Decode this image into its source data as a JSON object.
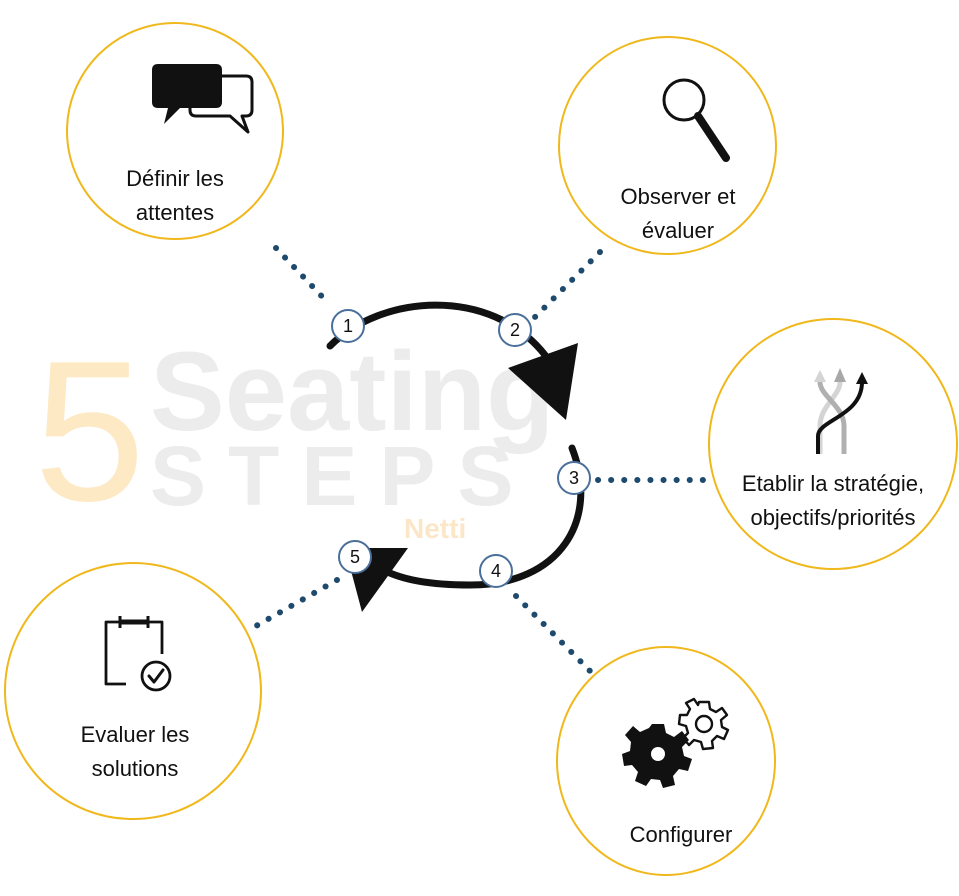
{
  "watermark": {
    "digit": "5",
    "word1": "Seating",
    "word2": "STEPS",
    "brand": "Netti",
    "colors": {
      "digit": "#fde9c4",
      "words": "#ececec",
      "brand": "#fbe7c8"
    }
  },
  "colors": {
    "circle_border": "#f0b81c",
    "badge_border": "#4a6f9a",
    "dots": "#1e4a6e",
    "arrow": "#111111"
  },
  "steps": [
    {
      "number": "1",
      "label_line1": "Définir les",
      "label_line2": "attentes",
      "icon": "speech-bubbles-icon"
    },
    {
      "number": "2",
      "label_line1": "Observer et",
      "label_line2": "évaluer",
      "icon": "magnifier-icon"
    },
    {
      "number": "3",
      "label_line1": "Etablir la stratégie,",
      "label_line2": "objectifs/priorités",
      "icon": "strategy-arrows-icon"
    },
    {
      "number": "4",
      "label_line1": "Configurer",
      "label_line2": "",
      "icon": "gears-icon"
    },
    {
      "number": "5",
      "label_line1": "Evaluer les",
      "label_line2": "solutions",
      "icon": "clipboard-check-icon"
    }
  ]
}
